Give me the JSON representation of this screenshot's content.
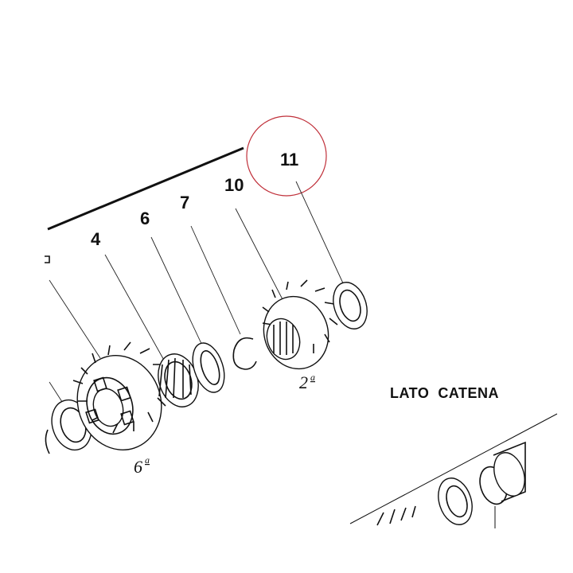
{
  "diagram": {
    "callouts": [
      {
        "id": "part-4",
        "label": "4"
      },
      {
        "id": "part-6",
        "label": "6"
      },
      {
        "id": "part-7",
        "label": "7"
      },
      {
        "id": "part-10",
        "label": "10"
      },
      {
        "id": "part-11",
        "label": "11"
      }
    ],
    "gear_labels": [
      {
        "id": "gear-6",
        "main": "6",
        "sup": "a"
      },
      {
        "id": "gear-2",
        "main": "2",
        "sup": "a"
      }
    ],
    "side_label": "LATO  CATENA",
    "highlight_color": "#c0303a",
    "line_color": "#111111"
  }
}
